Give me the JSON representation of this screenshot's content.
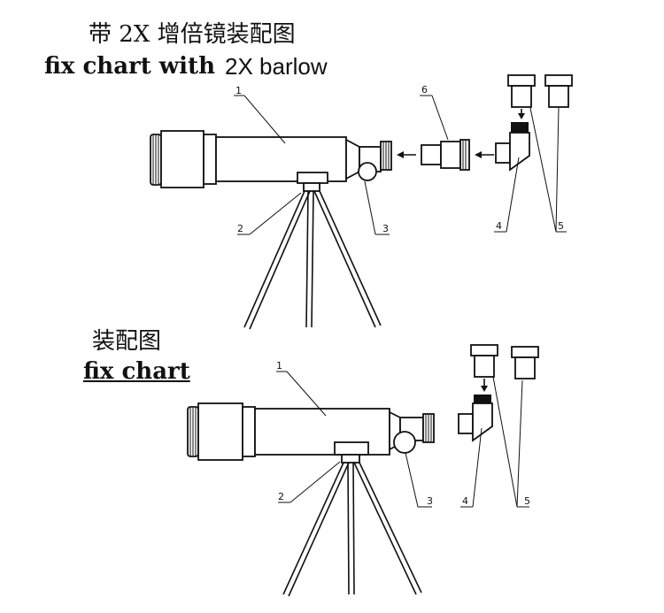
{
  "diagram_1": {
    "title_cn": "带 2X 增倍镜装配图",
    "title_en_bold": "fix chart with",
    "title_en_regular": "2X barlow",
    "callouts": [
      "1",
      "2",
      "3",
      "4",
      "5",
      "6"
    ]
  },
  "diagram_2": {
    "title_cn": "装配图",
    "title_en": "fix chart",
    "callouts": [
      "1",
      "2",
      "3",
      "4",
      "5"
    ]
  }
}
